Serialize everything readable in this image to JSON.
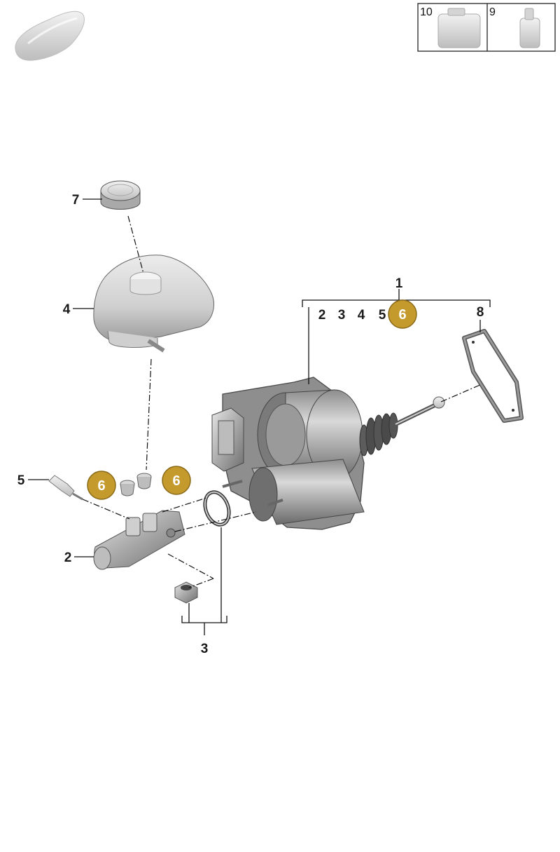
{
  "diagram": {
    "accent_color": "#c49a2c",
    "icons": [
      "car-silhouette-icon",
      "canister-icon",
      "bottle-icon"
    ],
    "legend_box": {
      "cell_canister": "10",
      "cell_bottle": "9"
    },
    "callouts": {
      "booster_group": "1",
      "booster_sub_2": "2",
      "booster_sub_3": "3",
      "booster_sub_4": "4",
      "booster_sub_5": "5",
      "booster_sub_6": "6",
      "gasket": "8",
      "cap": "7",
      "reservoir": "4",
      "pin": "5",
      "grommet_left": "6",
      "grommet_right": "6",
      "master_cylinder": "2",
      "seal_group": "3"
    }
  }
}
